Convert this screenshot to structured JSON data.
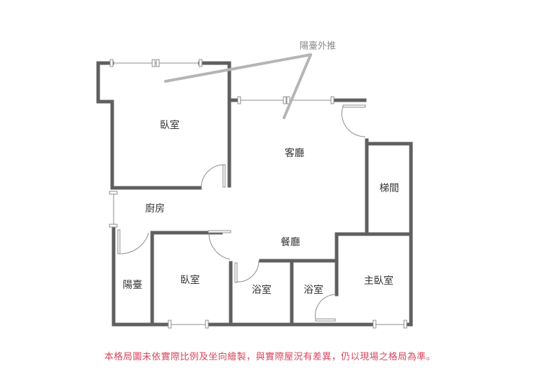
{
  "colors": {
    "wall": "#5f5f5f",
    "window": "#8c8c8c",
    "door": "#8c8c8c",
    "callout_line": "#b5b5b5",
    "callout_text": "#8a8a8a",
    "room_label": "#333333",
    "disclaimer": "#d6455c"
  },
  "callout": {
    "label": "陽臺外推"
  },
  "rooms": {
    "bedroom_1": "臥室",
    "living_room": "客廳",
    "stairwell": "梯間",
    "kitchen": "廚房",
    "dining_room": "餐廳",
    "balcony": "陽臺",
    "bedroom_2": "臥室",
    "bathroom_1": "浴室",
    "bathroom_2": "浴室",
    "master_bedroom": "主臥室"
  },
  "disclaimer": "本格局圖未依實際比例及坐向繪製，與實際屋況有差異，仍以現場之格局為準。"
}
